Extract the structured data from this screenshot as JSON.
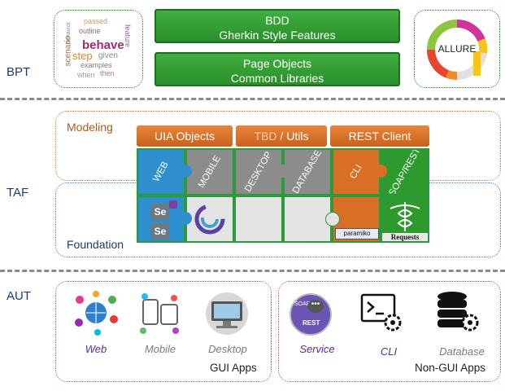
{
  "layers": {
    "bpt": "BPT",
    "taf": "TAF",
    "aut": "AUT"
  },
  "bpt": {
    "wordcloud": [
      "passed",
      "outline",
      "behave",
      "step",
      "given",
      "scenario",
      "feature",
      "examples",
      "then",
      "when",
      "behavior"
    ],
    "bar1": {
      "line1": "BDD",
      "line2": "Gherkin Style Features"
    },
    "bar2": {
      "line1": "Page Objects",
      "line2": "Common Libraries"
    },
    "allure": "ALLURE"
  },
  "taf": {
    "modeling": "Modeling",
    "foundation": "Foundation",
    "tabs": {
      "uia": "UIA Objects",
      "tbd": "TBD",
      "slash": " / ",
      "utils": "Utils",
      "rest": "REST Client"
    },
    "pieces": [
      "WEB",
      "MOBILE",
      "DESKTOP",
      "DATABASE",
      "CLI",
      "SOAP/REST"
    ],
    "paramiko": "paramiko",
    "requests": "Requests",
    "selenium": "Se"
  },
  "aut": {
    "gui_apps": [
      {
        "name": "Web",
        "color": "#5b2d8e"
      },
      {
        "name": "Mobile",
        "color": "#7a7a7a"
      },
      {
        "name": "Desktop",
        "color": "#7a7a7a"
      }
    ],
    "gui_label": "GUI Apps",
    "nongui_apps": [
      {
        "name": "Service",
        "color": "#5b2d8e"
      },
      {
        "name": "CLI",
        "color": "#5b2d8e"
      },
      {
        "name": "Database",
        "color": "#7a7a7a"
      }
    ],
    "nongui_label": "Non-GUI Apps",
    "service_badges": {
      "soap": "SOAP",
      "rest": "REST"
    }
  },
  "colors": {
    "green": "#2e9a2e",
    "orange": "#d86f25",
    "gray": "#8c8c8c",
    "purple": "#7b3fa3",
    "navy": "#1f3b6e"
  }
}
